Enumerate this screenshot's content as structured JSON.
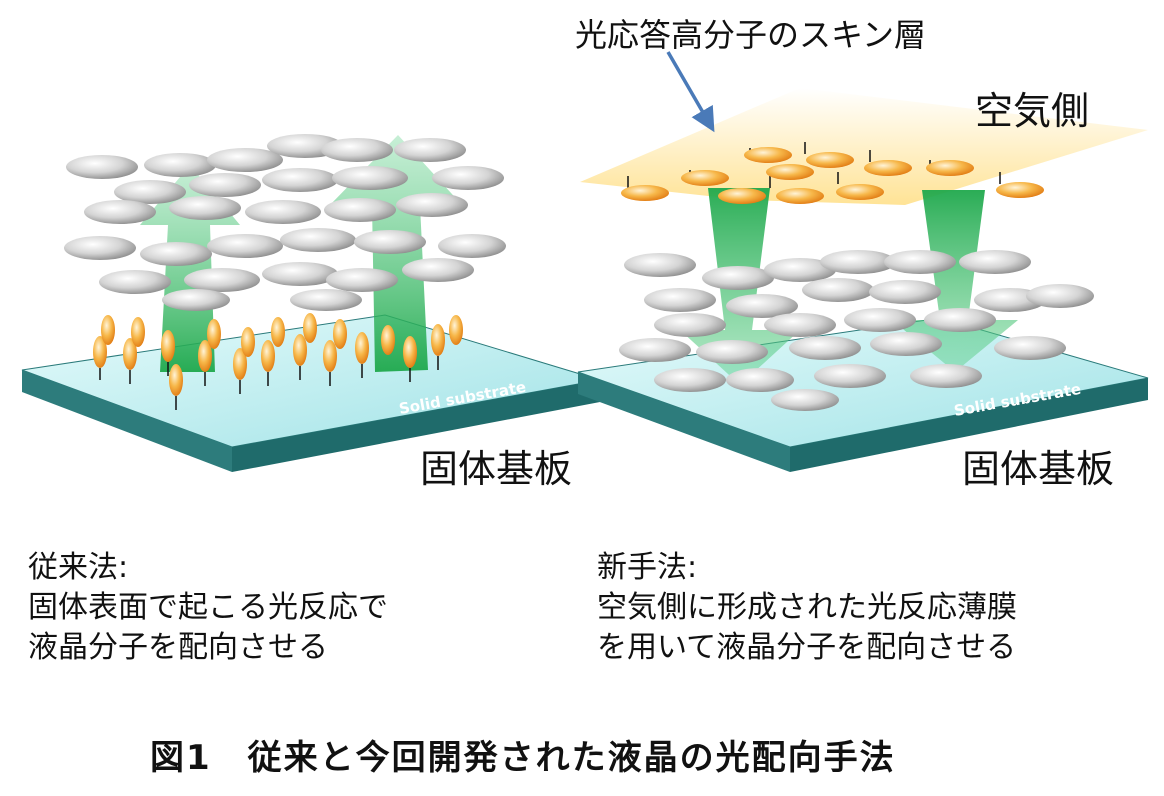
{
  "left_panel": {
    "substrate_label": "Solid substrate",
    "substrate_caption": "固体基板",
    "method_title": "従来法:",
    "method_line1": "固体表面で起こる光反応で",
    "method_line2": "液晶分子を配向させる"
  },
  "right_panel": {
    "skin_layer_label": "光応答高分子のスキン層",
    "air_side_label": "空気側",
    "substrate_label": "Solid substrate",
    "substrate_caption": "固体基板",
    "method_title": "新手法:",
    "method_line1": "空気側に形成された光反応薄膜",
    "method_line2": "を用いて液晶分子を配向させる"
  },
  "figure_caption": "図1　従来と今回開発された液晶の光配向手法",
  "colors": {
    "substrate_top": "#bfeef0",
    "substrate_side": "#1f6b6b",
    "lc_molecule": "#c8c8c8",
    "photo_molecule": "#f0a030",
    "arrow_green": "#2ab25a",
    "skin_layer": "#ffe9b0",
    "pointer_arrow": "#4a7ab8"
  }
}
